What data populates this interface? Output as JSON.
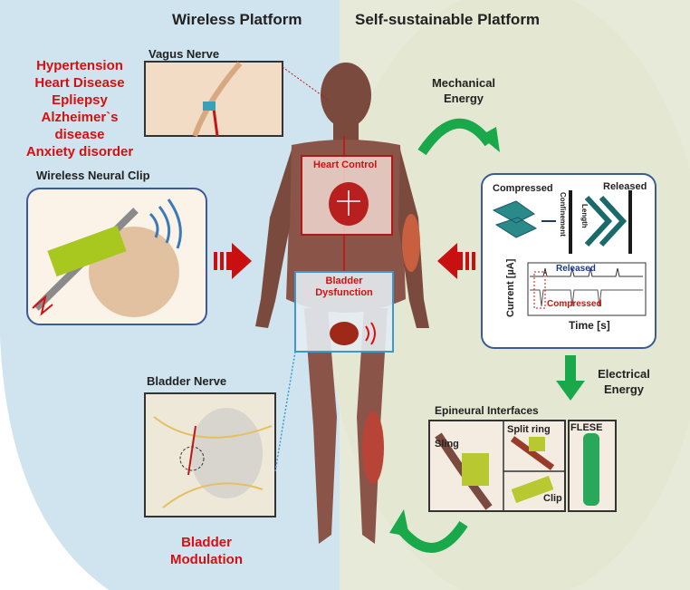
{
  "headings": {
    "left": "Wireless Platform",
    "right": "Self-sustainable Platform"
  },
  "diseases": [
    "Hypertension",
    "Heart Disease",
    "Epliepsy",
    "Alzheimer`s",
    "disease",
    "Anxiety disorder"
  ],
  "labels": {
    "vagus": "Vagus Nerve",
    "clip": "Wireless Neural Clip",
    "heart": "Heart Control",
    "bladder_dys_1": "Bladder",
    "bladder_dys_2": "Dysfunction",
    "bladder_nerve": "Bladder Nerve",
    "bladder_mod_1": "Bladder",
    "bladder_mod_2": "Modulation",
    "mech_1": "Mechanical",
    "mech_2": "Energy",
    "elec_1": "Electrical",
    "elec_2": "Energy",
    "epineural": "Epineural Interfaces"
  },
  "teng": {
    "compressed": "Compressed",
    "released": "Released",
    "confinement": "Confinement",
    "length": "Length",
    "ylabel": "Current [µA]",
    "xlabel": "Time [s]",
    "trace_released": "Released",
    "trace_compressed": "Compressed"
  },
  "interfaces": {
    "sling": "Sling",
    "split": "Split ring",
    "flese": "FLESE",
    "clip": "Clip"
  },
  "colors": {
    "left_bg": "#cfe4ee",
    "right_bg": "#e7ead8",
    "accent_red": "#d41010",
    "arrow_green": "#19a84a"
  }
}
